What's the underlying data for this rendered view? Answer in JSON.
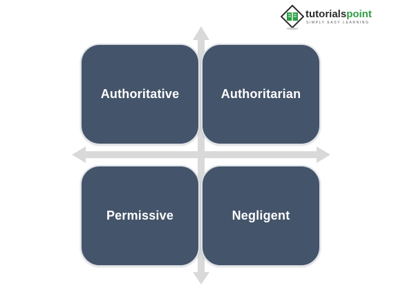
{
  "logo": {
    "name_part1": "tutorials",
    "name_part2": "point",
    "tagline": "SIMPLY EASY LEARNING",
    "icon": "book-diamond-icon",
    "colors": {
      "dark": "#2b2b2b",
      "green": "#2e9e44"
    }
  },
  "quadrants": {
    "top_left": "Authoritative",
    "top_right": "Authoritarian",
    "bottom_left": "Permissive",
    "bottom_right": "Negligent"
  },
  "colors": {
    "quadrant_fill": "#44546a",
    "quadrant_text": "#ffffff",
    "axis": "#d9d9d9"
  }
}
